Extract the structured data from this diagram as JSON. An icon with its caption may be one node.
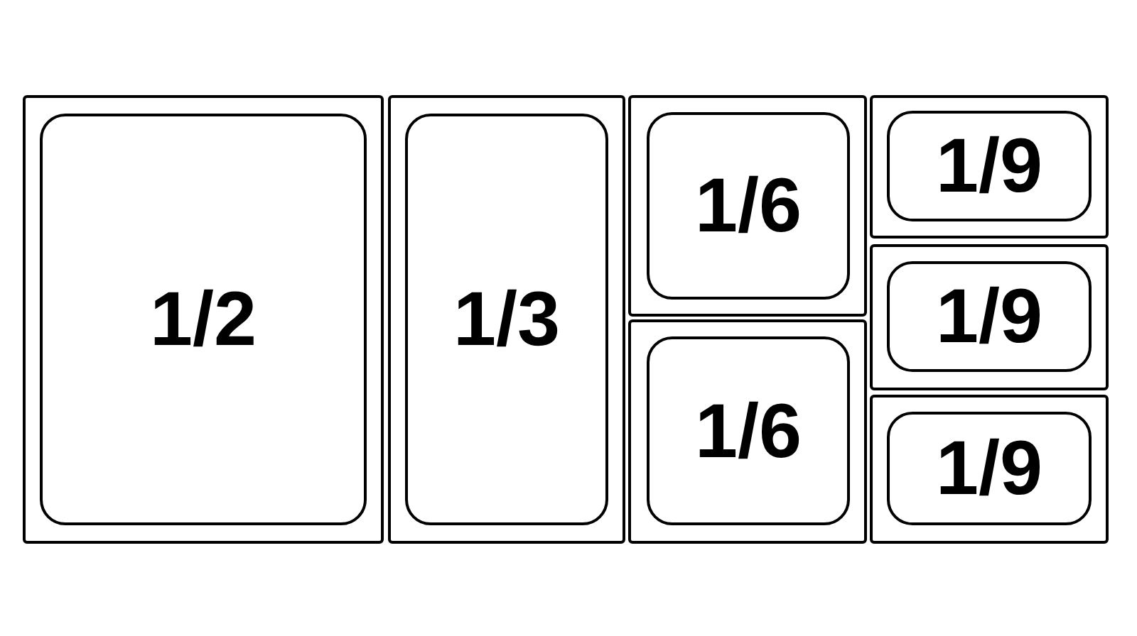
{
  "diagram": {
    "nodes": [
      {
        "text": [
          "1/2"
        ]
      },
      {
        "text": [
          "1/3"
        ]
      },
      {
        "text": [
          "1/6"
        ]
      },
      {
        "text": [
          "1/6"
        ]
      },
      {
        "text": [
          "1/9"
        ]
      },
      {
        "text": [
          "1/9"
        ]
      },
      {
        "text": [
          "1/9"
        ]
      }
    ]
  }
}
